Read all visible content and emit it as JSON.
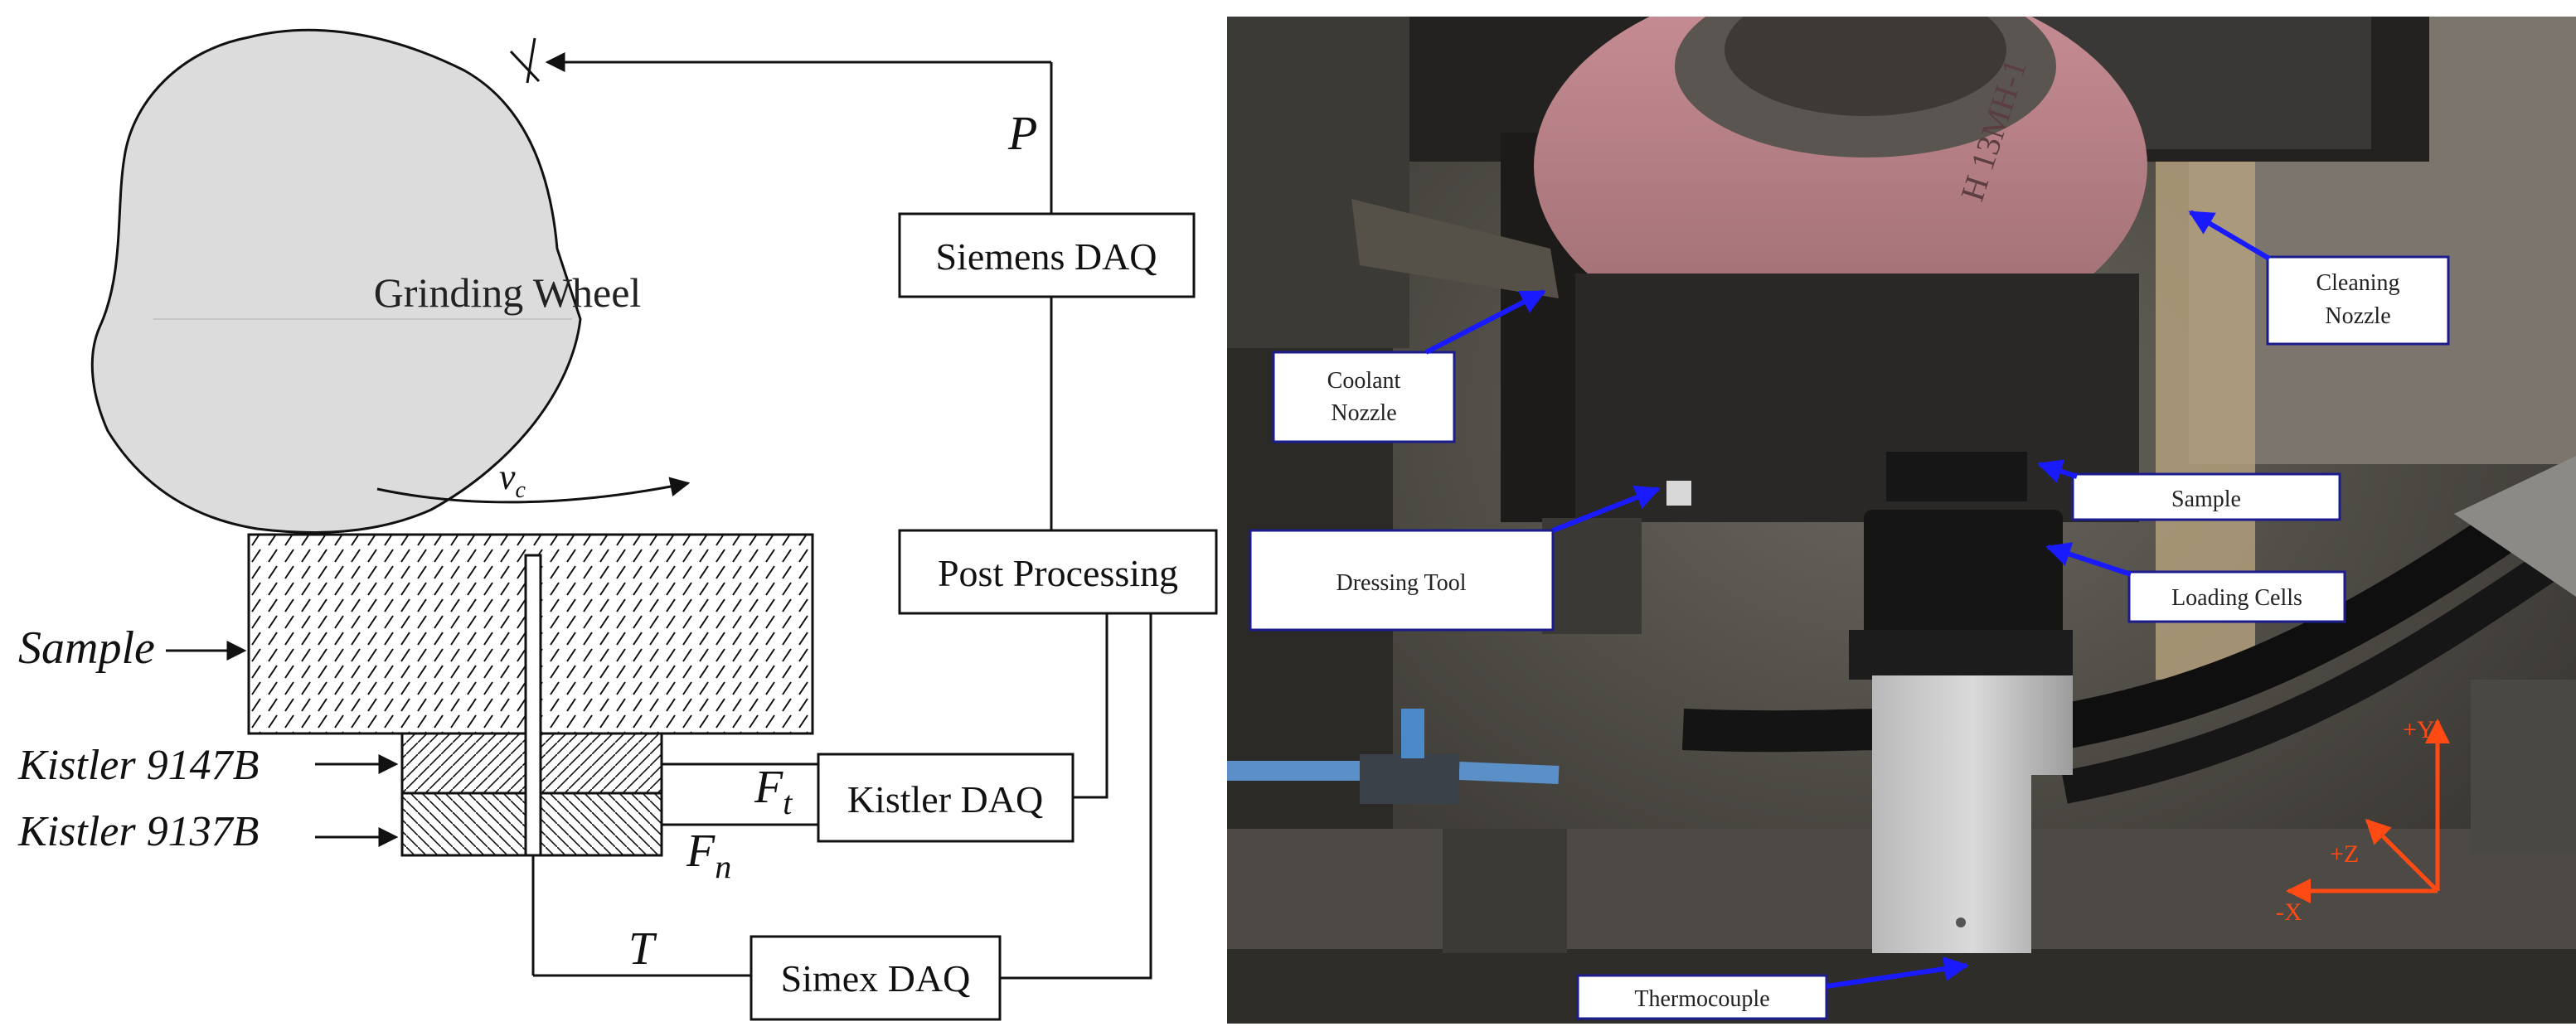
{
  "schematic": {
    "wheel_label": "Grinding Wheel",
    "speed_symbol": "v",
    "speed_subscript": "c",
    "sample_label": "Sample",
    "kistler_upper_label": "Kistler 9147B",
    "kistler_lower_label": "Kistler 9137B",
    "signal_power": "P",
    "signal_force_tangential": "F",
    "signal_force_tangential_sub": "t",
    "signal_force_normal": "F",
    "signal_force_normal_sub": "n",
    "signal_temperature": "T",
    "boxes": {
      "siemens": "Siemens DAQ",
      "post": "Post Processing",
      "kistler": "Kistler DAQ",
      "simex": "Simex DAQ"
    }
  },
  "photo": {
    "callouts": {
      "coolant_line1": "Coolant",
      "coolant_line2": "Nozzle",
      "cleaning_line1": "Cleaning",
      "cleaning_line2": "Nozzle",
      "sample": "Sample",
      "dressing": "Dressing Tool",
      "loading": "Loading Cells",
      "thermocouple": "Thermocouple"
    },
    "axes": {
      "pos_y": "+Y",
      "pos_z": "+Z",
      "neg_x": "-X"
    },
    "wheel_print": "H 13MH-1"
  },
  "colors": {
    "wheel_fill": "#dcdcdc",
    "callout_border": "#1c1c8c",
    "arrow_blue": "#1a1aff",
    "axis_orange": "#ff4a14",
    "grinding_disc": "#bf8a8f"
  }
}
